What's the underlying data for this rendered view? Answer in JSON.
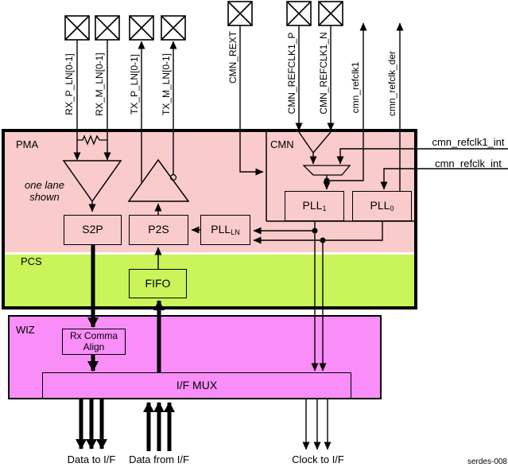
{
  "colors": {
    "pma_fill": "#FACBCB",
    "pcs_fill": "#C9F45A",
    "wiz_fill": "#F98EF9",
    "line": "#000000"
  },
  "regions": {
    "pma_label": "PMA",
    "cmn_label": "CMN",
    "pcs_label": "PCS",
    "wiz_label": "WIZ",
    "note_line1": "one lane",
    "note_line2": "shown"
  },
  "pads": {
    "rx_p": "RX_P_LN[0-1]",
    "rx_m": "RX_M_LN[0-1]",
    "tx_p": "TX_P_LN[0-1]",
    "tx_m": "TX_M_LN[0-1]",
    "rext": "CMN_REXT",
    "refclk_p": "CMN_REFCLK1_P",
    "refclk_n": "CMN_REFCLK1_N"
  },
  "clocks": {
    "refclk1_out": "cmn_refclk1",
    "refclk_der_out": "cmn_refclk_der",
    "refclk1_int": "cmn_refclk1_int",
    "refclk_int": "cmn_refclk_int"
  },
  "blocks": {
    "s2p": "S2P",
    "p2s": "P2S",
    "pll_ln_base": "PLL",
    "pll_ln_sub": "LN",
    "pll1_base": "PLL",
    "pll1_sub": "1",
    "pll0_base": "PLL",
    "pll0_sub": "0",
    "fifo": "FIFO",
    "rx_comma_line1": "Rx Comma",
    "rx_comma_line2": "Align",
    "if_mux": "I/F MUX"
  },
  "io_labels": {
    "data_to": "Data to I/F",
    "data_from": "Data from I/F",
    "clock_to": "Clock to I/F"
  },
  "figure_id": "serdes-008"
}
